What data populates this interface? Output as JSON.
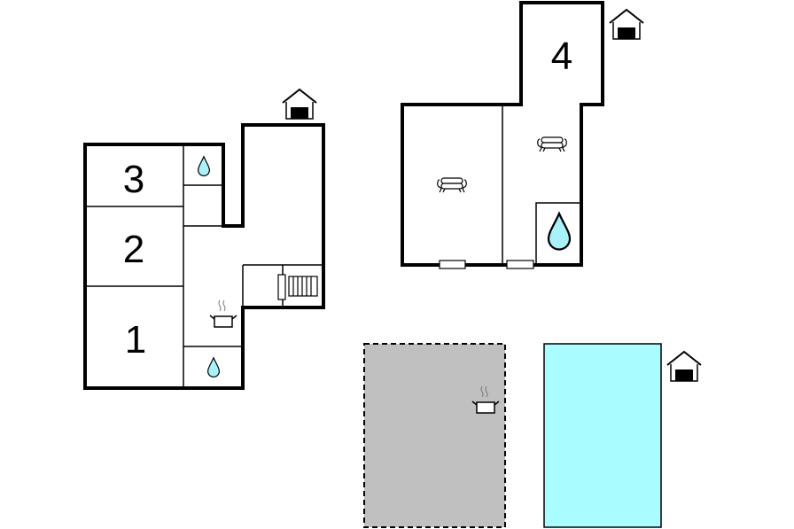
{
  "building_left": {
    "room_numbers": [
      "3",
      "2",
      "1"
    ]
  },
  "building_right": {
    "room_numbers": [
      "4"
    ]
  },
  "colors": {
    "wall": "#000000",
    "water_drop": "#a9f2f9",
    "terrace": "#c0c0c0",
    "pool": "#a9fcff",
    "background": "#ffffff"
  },
  "icons": [
    "house-icon",
    "water-drop-icon",
    "cooking-pot-icon",
    "sofa-icon",
    "stairs-icon",
    "window-icon"
  ],
  "areas": [
    "covered-terrace",
    "swimming-pool"
  ]
}
